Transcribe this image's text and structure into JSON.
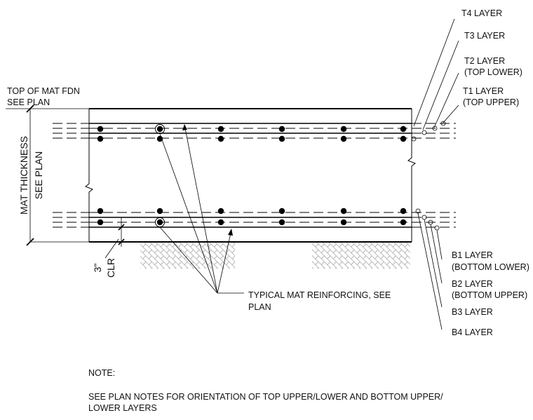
{
  "top_note": {
    "line1": "TOP OF MAT FDN",
    "line2": "SEE PLAN"
  },
  "mat_thickness": {
    "line1": "MAT THICKNESS",
    "line2": "SEE PLAN"
  },
  "clear_cover": {
    "line1": "3\"",
    "line2": "CLR"
  },
  "typical_note": {
    "line1": "TYPICAL MAT REINFORCING, SEE",
    "line2": "PLAN"
  },
  "layers": {
    "t4": "T4 LAYER",
    "t3": "T3 LAYER",
    "t2_line1": "T2 LAYER",
    "t2_line2": "(TOP LOWER)",
    "t1_line1": "T1 LAYER",
    "t1_line2": "(TOP UPPER)",
    "b1_line1": "B1 LAYER",
    "b1_line2": "(BOTTOM LOWER)",
    "b2_line1": "B2 LAYER",
    "b2_line2": "(BOTTOM UPPER)",
    "b3": "B3 LAYER",
    "b4": "B4 LAYER"
  },
  "note": {
    "heading": "NOTE:",
    "line1": "SEE PLAN NOTES FOR ORIENTATION OF TOP UPPER/LOWER AND BOTTOM UPPER/",
    "line2": "LOWER LAYERS"
  }
}
